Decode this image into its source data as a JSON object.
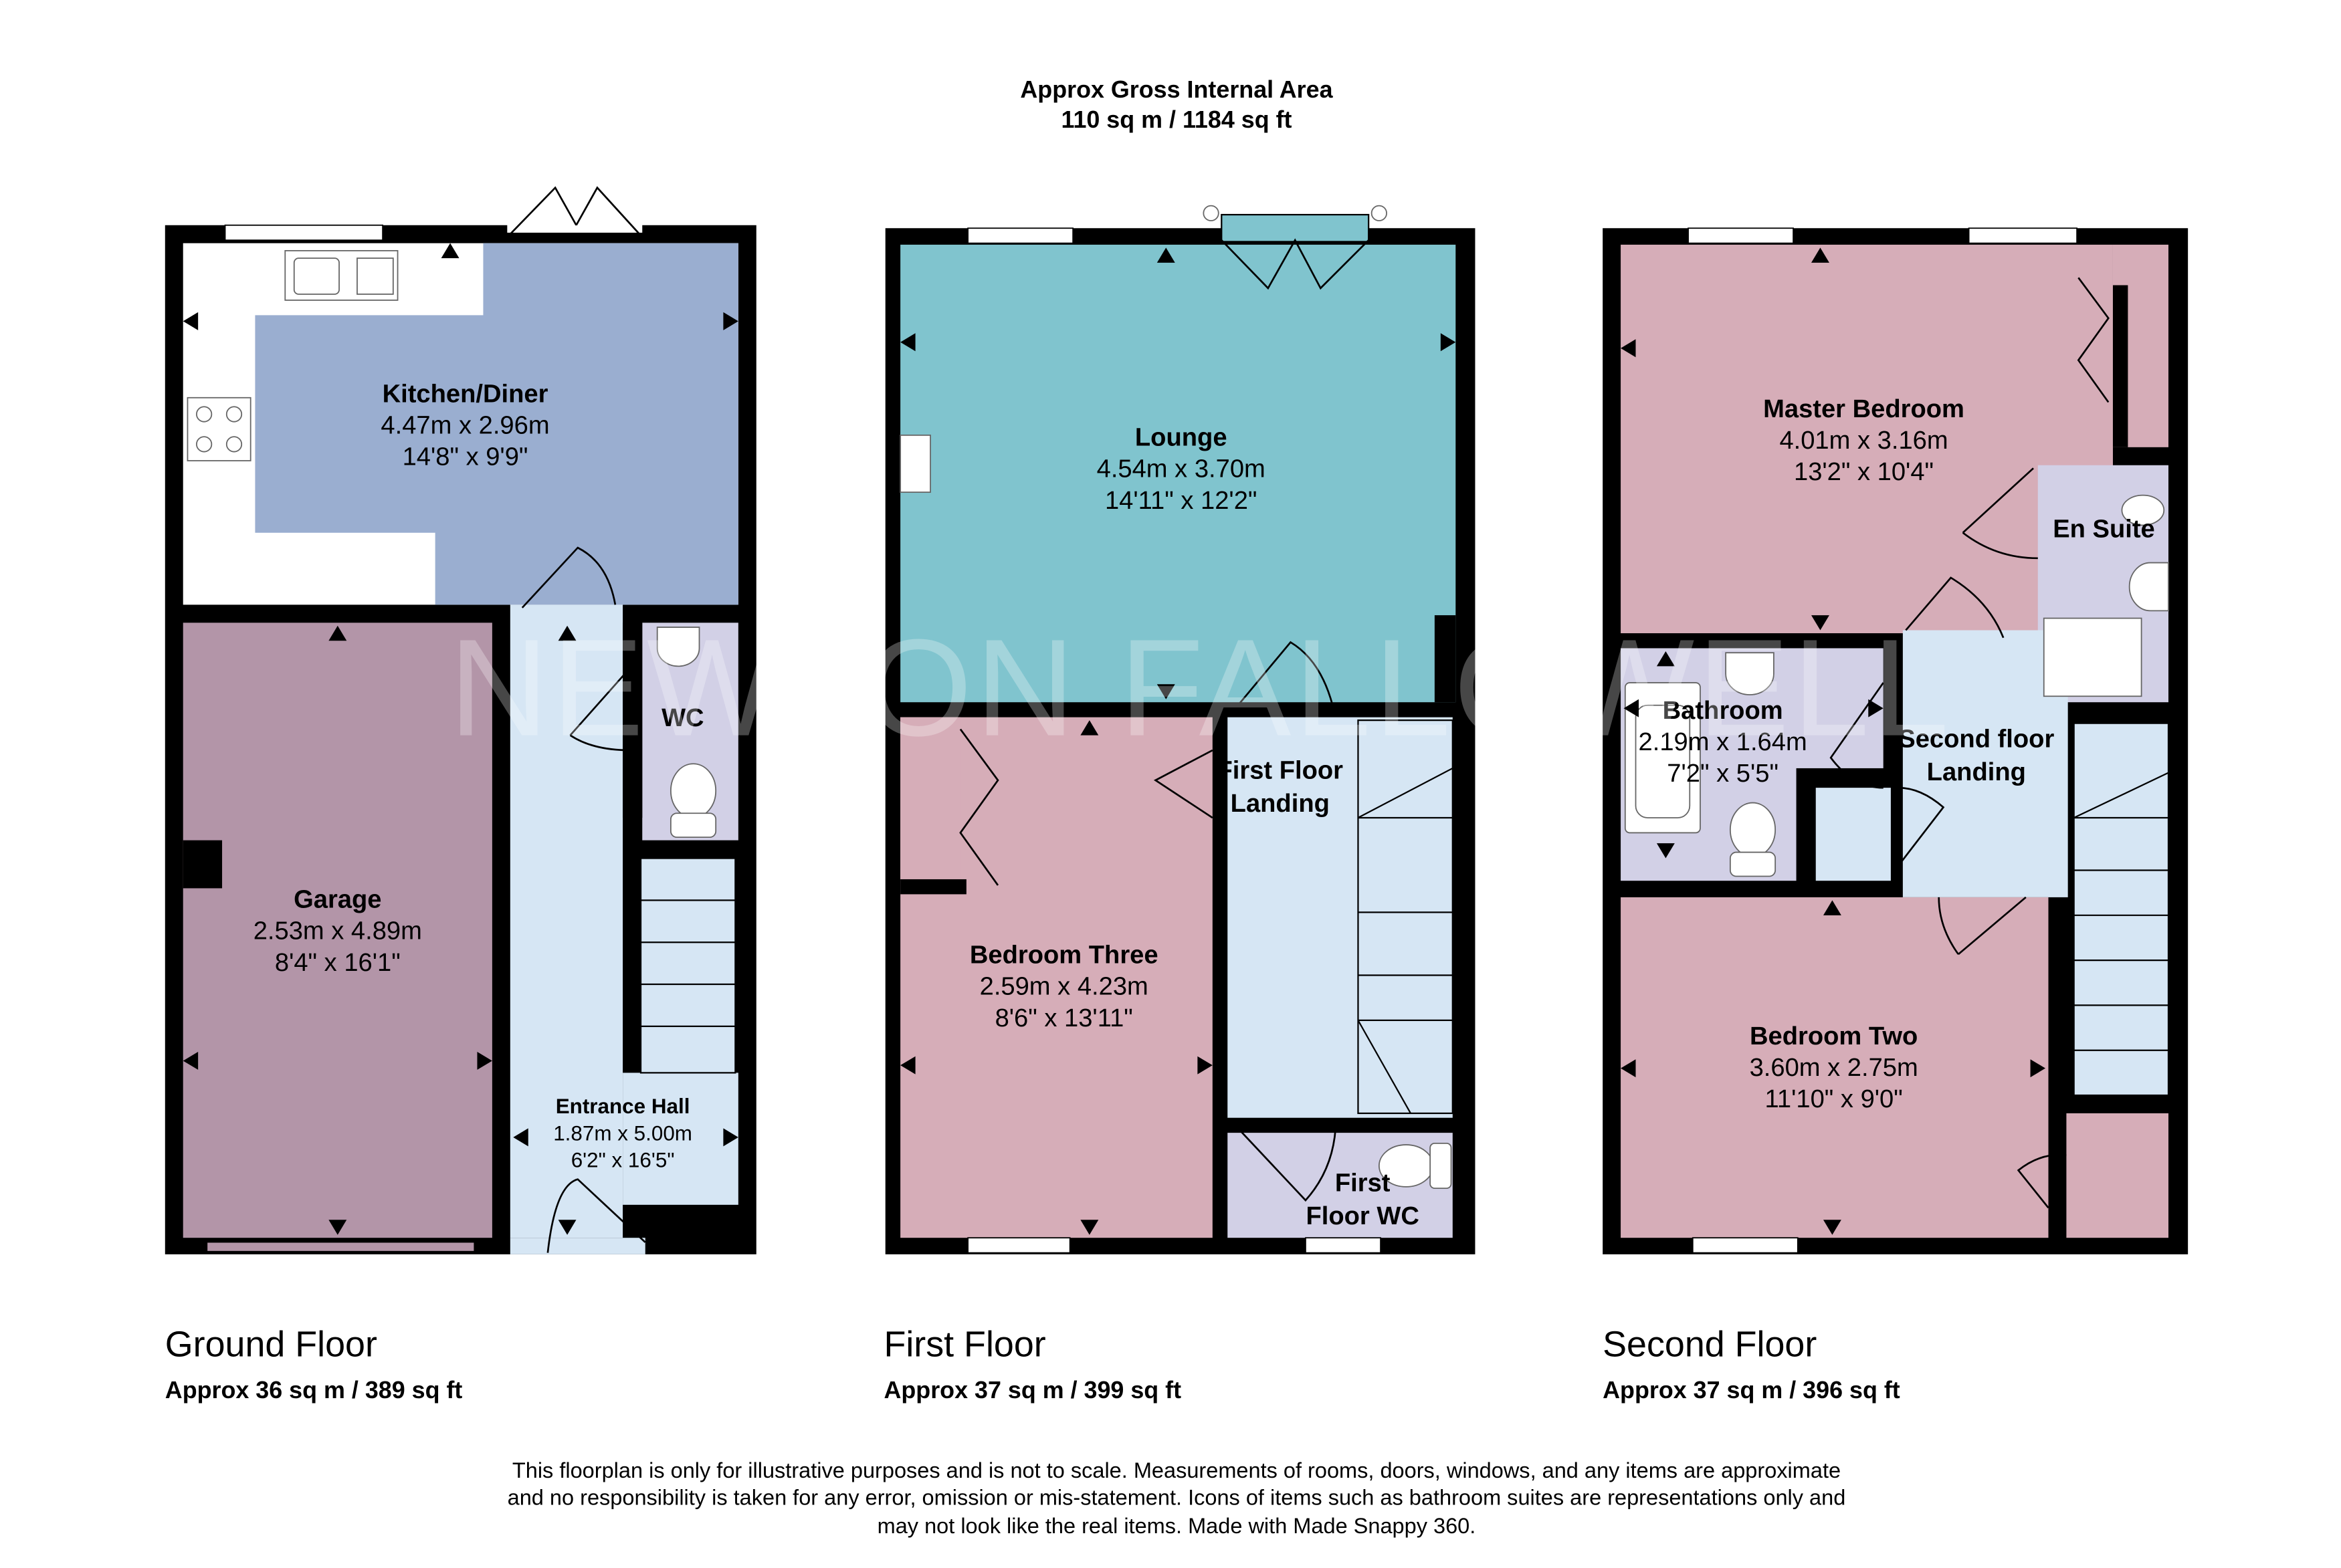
{
  "header": {
    "title": "Approx Gross Internal Area",
    "area": "110 sq m / 1184 sq ft"
  },
  "watermark": "NEWTON FALLOWELL",
  "colors": {
    "kitchen": "#9aaed0",
    "garage": "#b395a8",
    "hall": "#d6e6f4",
    "wc": "#d2d0e6",
    "lounge": "#80c4ce",
    "bedroom": "#d6adb8",
    "walls": "#000000"
  },
  "floors": [
    {
      "name": "Ground Floor",
      "area": "Approx 36 sq m / 389 sq ft",
      "rooms": [
        {
          "name": "Kitchen/Diner",
          "metric": "4.47m x 2.96m",
          "imperial": "14'8\" x 9'9\""
        },
        {
          "name": "Garage",
          "metric": "2.53m x 4.89m",
          "imperial": "8'4\" x 16'1\""
        },
        {
          "name": "WC"
        },
        {
          "name": "Entrance Hall",
          "metric": "1.87m x 5.00m",
          "imperial": "6'2\" x 16'5\""
        }
      ]
    },
    {
      "name": "First Floor",
      "area": "Approx 37 sq m / 399 sq ft",
      "rooms": [
        {
          "name": "Lounge",
          "metric": "4.54m x 3.70m",
          "imperial": "14'11\" x 12'2\""
        },
        {
          "name": "Bedroom Three",
          "metric": "2.59m x 4.23m",
          "imperial": "8'6\" x 13'11\""
        },
        {
          "name_line1": "First Floor",
          "name_line2": "Landing"
        },
        {
          "name_line1": "First",
          "name_line2": "Floor WC"
        }
      ]
    },
    {
      "name": "Second Floor",
      "area": "Approx 37 sq m / 396 sq ft",
      "rooms": [
        {
          "name": "Master Bedroom",
          "metric": "4.01m x 3.16m",
          "imperial": "13'2\" x 10'4\""
        },
        {
          "name": "En Suite"
        },
        {
          "name": "Bathroom",
          "metric": "2.19m x 1.64m",
          "imperial": "7'2\" x 5'5\""
        },
        {
          "name_line1": "Second floor",
          "name_line2": "Landing"
        },
        {
          "name": "Bedroom Two",
          "metric": "3.60m x 2.75m",
          "imperial": "11'10\" x 9'0\""
        }
      ]
    }
  ],
  "disclaimer": [
    "This floorplan is only for illustrative purposes and is not to scale. Measurements of rooms, doors, windows, and any items are approximate",
    "and no responsibility is taken for any error, omission or mis-statement. Icons of items such as bathroom suites are representations only and",
    "may not look like the real items. Made with Made Snappy 360."
  ]
}
